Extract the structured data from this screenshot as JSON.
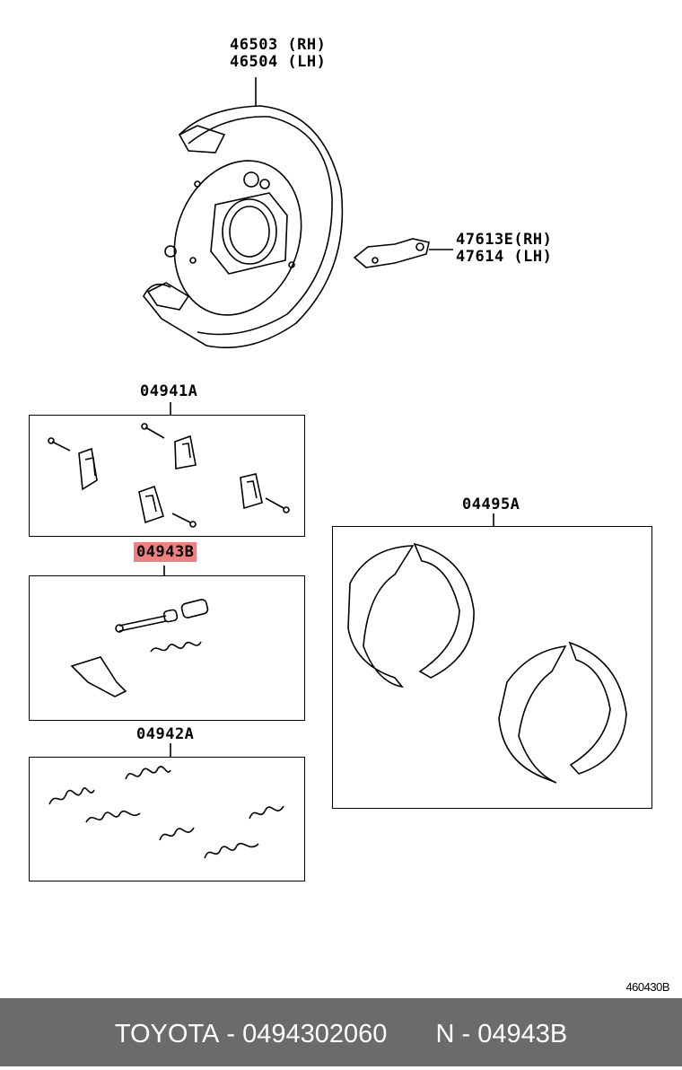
{
  "labels": {
    "backing_plate": [
      "46503 (RH)",
      "46504 (LH)"
    ],
    "bracket": [
      "47613E(RH)",
      "47614 (LH)"
    ],
    "kit_a": "04941A",
    "kit_b": "04943B",
    "kit_c": "04942A",
    "shoes": "04495A"
  },
  "figure_number": "460430B",
  "footer": {
    "brand": "TOYOTA",
    "sep1": " - ",
    "part_number": "0494302060",
    "n_label": "N",
    "sep2": " - ",
    "ref": "04943B"
  },
  "colors": {
    "highlight": "#f08080",
    "footer_bg": "#6b6b6b",
    "footer_text": "#ffffff"
  }
}
